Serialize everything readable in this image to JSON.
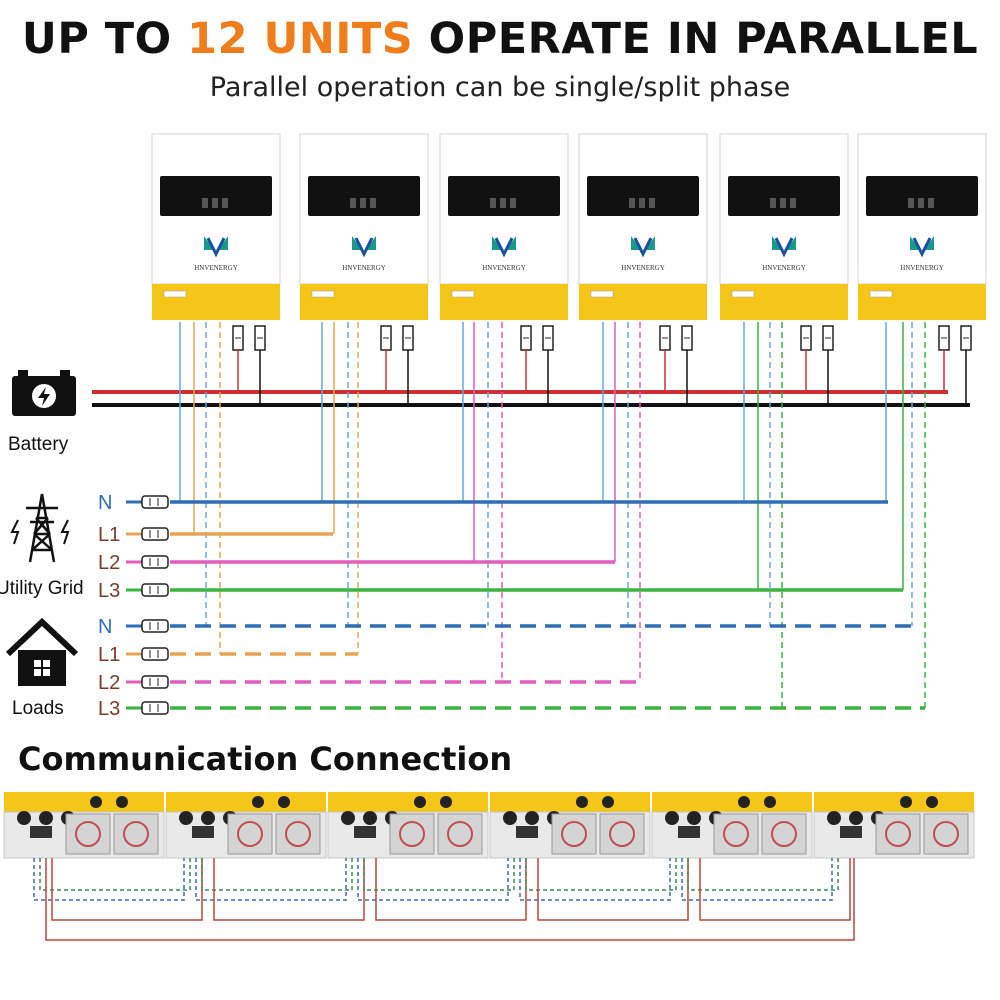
{
  "header": {
    "title_pre": "UP TO ",
    "title_accent": "12 UNITS",
    "title_post": " OPERATE IN PARALLEL",
    "subtitle": "Parallel operation can be single/split phase"
  },
  "inverter": {
    "count": 6,
    "brand": "HNVENERGY"
  },
  "battery": {
    "label": "Battery"
  },
  "grid": {
    "label": "Utility Grid",
    "lines": [
      {
        "name": "N",
        "color": "#2f6db5"
      },
      {
        "name": "L1",
        "color": "#e7a457"
      },
      {
        "name": "L2",
        "color": "#e25bbd"
      },
      {
        "name": "L3",
        "color": "#3bb33f"
      }
    ]
  },
  "loads": {
    "label": "Loads",
    "lines": [
      {
        "name": "N",
        "color": "#2f6db5"
      },
      {
        "name": "L1",
        "color": "#e7a457"
      },
      {
        "name": "L2",
        "color": "#e25bbd"
      },
      {
        "name": "L3",
        "color": "#3bb33f"
      }
    ]
  },
  "communication": {
    "title": "Communication Connection"
  },
  "colors": {
    "accent": "#f07d1b",
    "inverter_yellow": "#f5c518",
    "battery_positive": "#c83232",
    "battery_negative": "#111111",
    "neutral": "#2f6db5",
    "l1": "#e7a457",
    "l2": "#e25bbd",
    "l3": "#3bb33f",
    "comm_red": "#b8473f",
    "comm_blue": "#3a6ea5",
    "comm_green": "#3a8a5a"
  }
}
